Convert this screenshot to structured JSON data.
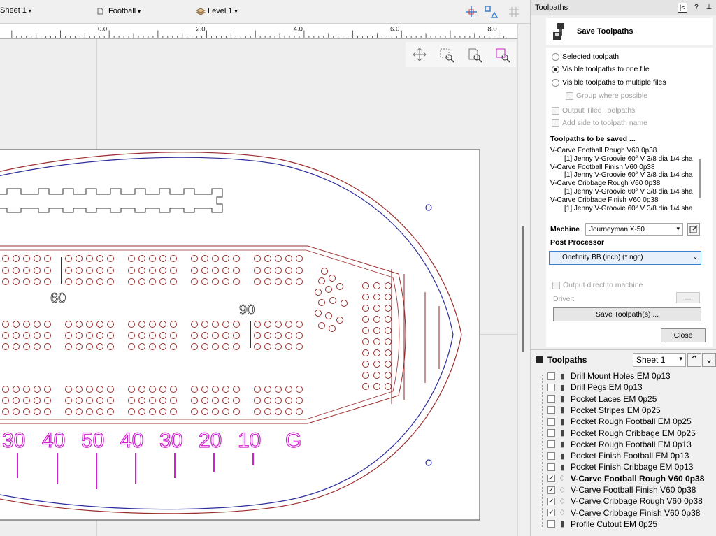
{
  "toolbar": {
    "sheet": "Sheet 1",
    "component": "Football",
    "level": "Level 1"
  },
  "ruler": {
    "ticks": [
      "0.0",
      "2.0",
      "4.0",
      "6.0",
      "8.0"
    ]
  },
  "canvas": {
    "labels_score": [
      "60",
      "90"
    ],
    "yard_labels": [
      "30",
      "40",
      "50",
      "40",
      "30",
      "20",
      "10",
      "G"
    ]
  },
  "panel": {
    "title": "Toolpaths",
    "help": "?",
    "pin": "⊥",
    "save_title": "Save Toolpaths",
    "radio_selected": "Selected toolpath",
    "radio_one_file": "Visible toolpaths to one file",
    "radio_multiple": "Visible toolpaths to multiple files",
    "group_possible": "Group where possible",
    "output_tiled": "Output Tiled Toolpaths",
    "add_side": "Add side to toolpath name",
    "to_be_saved": "Toolpaths to be saved ...",
    "saved_list": [
      {
        "name": "V-Carve Football Rough V60 0p38",
        "tool": "[1] Jenny V-Groovie 60° V 3/8 dia 1/4 sha"
      },
      {
        "name": "V-Carve Football Finish V60 0p38",
        "tool": "[1] Jenny V-Groovie 60° V 3/8 dia 1/4 sha"
      },
      {
        "name": "V-Carve Cribbage Rough V60 0p38",
        "tool": "[1] Jenny V-Groovie 60° V 3/8 dia 1/4 sha"
      },
      {
        "name": "V-Carve Cribbage Finish V60 0p38",
        "tool": "[1] Jenny V-Groovie 60° V 3/8 dia 1/4 sha"
      }
    ],
    "machine_label": "Machine",
    "machine_value": "Journeyman X-50",
    "post_label": "Post Processor",
    "post_value": "Onefinity BB (inch) (*.ngc)",
    "output_direct": "Output direct to machine",
    "driver_label": "Driver:",
    "driver_btn": "...",
    "save_btn": "Save Toolpath(s) ...",
    "close_btn": "Close"
  },
  "toolpaths": {
    "header": "Toolpaths",
    "sheet_select": "Sheet 1",
    "items": [
      {
        "label": "Drill Mount Holes EM 0p13",
        "checked": false,
        "icon": "endmill-icon",
        "bold": false
      },
      {
        "label": "Drill Pegs EM 0p13",
        "checked": false,
        "icon": "endmill-icon",
        "bold": false
      },
      {
        "label": "Pocket Laces EM 0p25",
        "checked": false,
        "icon": "endmill-icon",
        "bold": false
      },
      {
        "label": "Pocket Stripes EM 0p25",
        "checked": false,
        "icon": "endmill-icon",
        "bold": false
      },
      {
        "label": "Pocket Rough Football EM 0p25",
        "checked": false,
        "icon": "endmill-icon",
        "bold": false
      },
      {
        "label": "Pocket Rough Cribbage EM 0p25",
        "checked": false,
        "icon": "endmill-icon",
        "bold": false
      },
      {
        "label": "Pocket Rough Football EM 0p13",
        "checked": false,
        "icon": "endmill-icon",
        "bold": false
      },
      {
        "label": "Pocket Finish Football EM 0p13",
        "checked": false,
        "icon": "endmill-icon",
        "bold": false
      },
      {
        "label": "Pocket Finish Cribbage EM 0p13",
        "checked": false,
        "icon": "endmill-icon",
        "bold": false
      },
      {
        "label": "V-Carve Football Rough V60 0p38",
        "checked": true,
        "icon": "vbit-icon",
        "bold": true
      },
      {
        "label": "V-Carve Football Finish V60 0p38",
        "checked": true,
        "icon": "vbit-icon",
        "bold": false
      },
      {
        "label": "V-Carve Cribbage Rough V60 0p38",
        "checked": true,
        "icon": "vbit-icon",
        "bold": false
      },
      {
        "label": "V-Carve Cribbage Finish V60 0p38",
        "checked": true,
        "icon": "vbit-icon",
        "bold": false
      },
      {
        "label": "Profile Cutout EM 0p25",
        "checked": false,
        "icon": "endmill-icon",
        "bold": false
      }
    ]
  }
}
